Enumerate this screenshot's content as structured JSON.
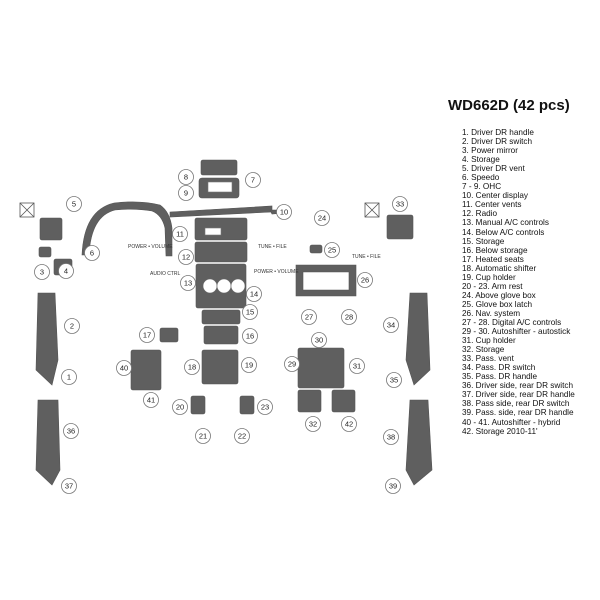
{
  "title": "WD662D (42 pcs)",
  "legend": [
    "1. Driver DR handle",
    "2. Driver DR switch",
    "3. Power mirror",
    "4. Storage",
    "5. Driver DR vent",
    "6. Speedo",
    "7 - 9. OHC",
    "10. Center display",
    "11. Center vents",
    "12. Radio",
    "13. Manual A/C controls",
    "14. Below A/C controls",
    "15. Storage",
    "16. Below storage",
    "17. Heated seats",
    "18. Automatic shifter",
    "19. Cup holder",
    "20 - 23. Arm rest",
    "24. Above glove box",
    "25. Glove box latch",
    "26. Nav. system",
    "27 - 28. Digital A/C controls",
    "29 - 30. Autoshifter - autostick",
    "31. Cup holder",
    "32. Storage",
    "33. Pass. vent",
    "34. Pass. DR switch",
    "35. Pass. DR handle",
    "36. Driver side, rear DR switch",
    "37. Driver side, rear DR handle",
    "38. Pass side, rear DR switch",
    "39. Pass. side, rear DR handle",
    "40 - 41. Autoshifter - hybrid",
    "42. Storage 2010-11'"
  ],
  "callouts": [
    "1",
    "2",
    "3",
    "4",
    "5",
    "6",
    "7",
    "8",
    "9",
    "10",
    "11",
    "12",
    "13",
    "14",
    "15",
    "16",
    "17",
    "18",
    "19",
    "20",
    "21",
    "22",
    "23",
    "24",
    "25",
    "26",
    "27",
    "28",
    "29",
    "30",
    "31",
    "32",
    "33",
    "34",
    "35",
    "36",
    "37",
    "38",
    "39",
    "40",
    "41",
    "42"
  ],
  "side_labels": {
    "power_volume": "POWER • VOLUME",
    "tune_file_left": "TUNE • FILE",
    "power_volume_2": "POWER • VOLUME",
    "audio_ctrl": "AUDIO CTRL",
    "tune_file_right": "TUNE • FILE"
  },
  "colors": {
    "piece_fill": "#5f5f5f",
    "piece_dark": "#4a4a4a",
    "outline": "#777777",
    "text": "#111111"
  }
}
